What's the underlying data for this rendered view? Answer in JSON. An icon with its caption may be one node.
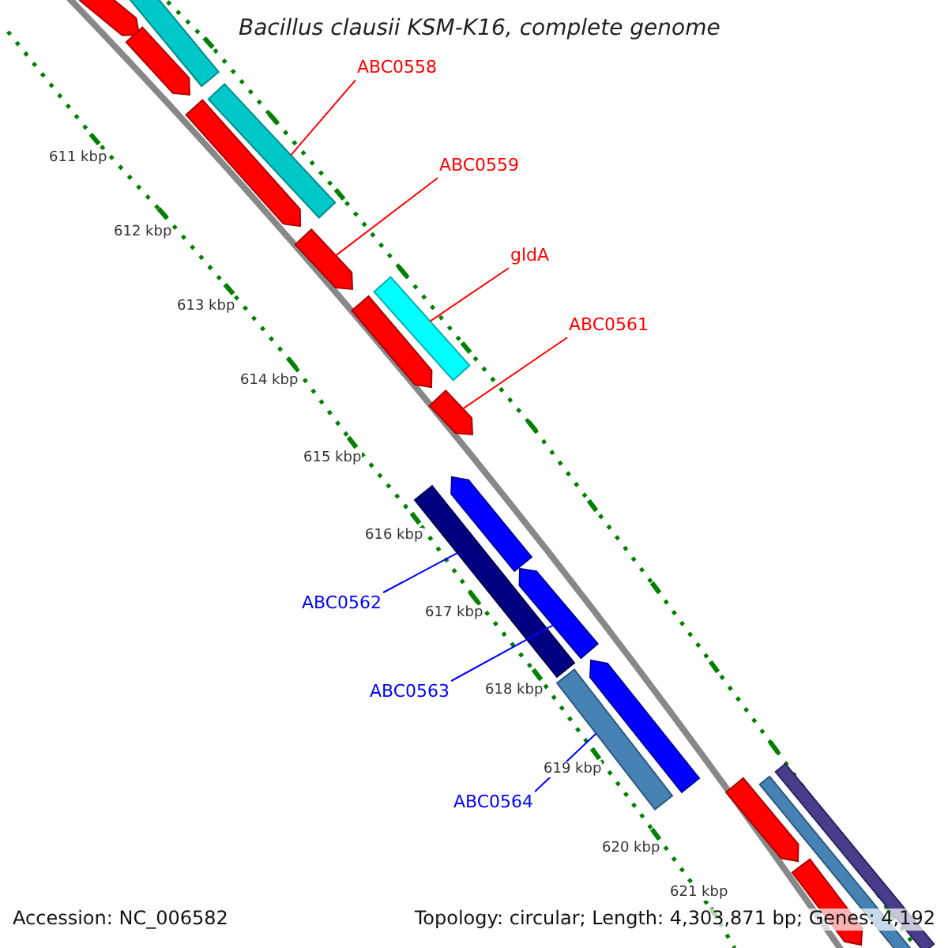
{
  "diagram": {
    "title": "Bacillus clausii KSM-K16, complete genome",
    "nodes": [
      {
        "text": [],
        "shape": "arrow"
      },
      {
        "text": [],
        "shape": "bar"
      },
      {
        "text": [],
        "shape": "arrow"
      },
      {
        "text": [
          "ABC0558"
        ]
      },
      {
        "text": [],
        "shape": "bar"
      },
      {
        "text": [],
        "shape": "arrow"
      },
      {
        "text": [
          "ABC0559"
        ]
      },
      {
        "text": [],
        "shape": "arrow"
      },
      {
        "text": [
          "gldA"
        ]
      },
      {
        "text": [],
        "shape": "bar"
      },
      {
        "text": [],
        "shape": "arrow"
      },
      {
        "text": [
          "ABC0561"
        ]
      },
      {
        "text": [],
        "shape": "arrow"
      },
      {
        "text": [],
        "shape": "arrow"
      },
      {
        "text": [],
        "shape": "bar"
      },
      {
        "text": [
          "ABC0562"
        ]
      },
      {
        "text": [],
        "shape": "arrow"
      },
      {
        "text": [
          "ABC0563"
        ]
      },
      {
        "text": [],
        "shape": "arrow"
      },
      {
        "text": [],
        "shape": "bar"
      },
      {
        "text": [
          "ABC0564"
        ]
      },
      {
        "text": [],
        "shape": "arrow"
      },
      {
        "text": [],
        "shape": "arrow"
      },
      {
        "text": [],
        "shape": "bar"
      },
      {
        "text": [],
        "shape": "bar"
      }
    ],
    "edges": [
      {
        "from": 3,
        "to": 4,
        "arrow": "none"
      },
      {
        "from": 6,
        "to": 7,
        "arrow": "none"
      },
      {
        "from": 8,
        "to": 9,
        "arrow": "none"
      },
      {
        "from": 11,
        "to": 12,
        "arrow": "none"
      },
      {
        "from": 15,
        "to": 14,
        "arrow": "none",
        "color": "#0000ff"
      },
      {
        "from": 17,
        "to": 16,
        "arrow": "none",
        "color": "#0000ff"
      },
      {
        "from": 20,
        "to": 19,
        "arrow": "none",
        "color": "#0000ff"
      }
    ],
    "labels": [
      "611 kbp",
      "612 kbp",
      "613 kbp",
      "614 kbp",
      "615 kbp",
      "616 kbp",
      "617 kbp",
      "618 kbp",
      "619 kbp",
      "620 kbp",
      "621 kbp",
      "Accession: NC_006582",
      "Topology: circular; Length: 4,303,871 bp; Genes: 4,192"
    ]
  }
}
